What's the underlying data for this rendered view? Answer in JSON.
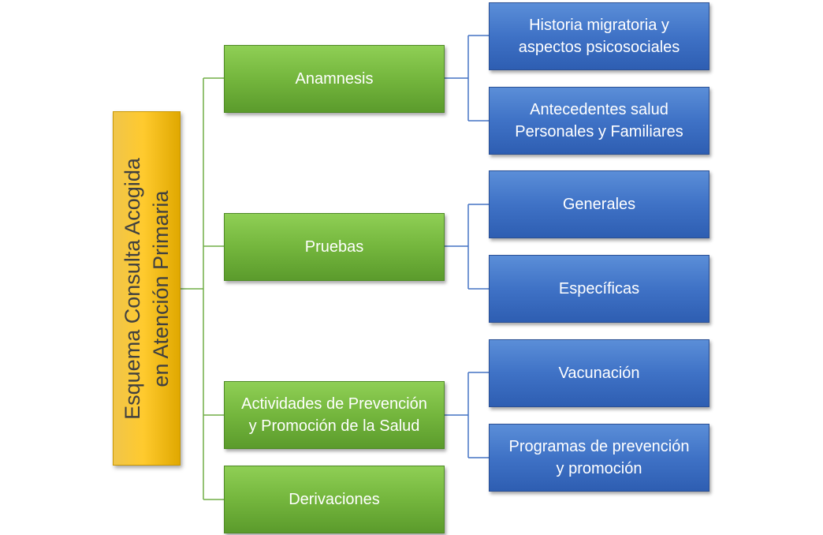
{
  "root": {
    "line1": "Esquema Consulta Acogida",
    "line2": "en Atención Primaria"
  },
  "branches": [
    {
      "label": "Anamnesis",
      "children": [
        {
          "line1": "Historia migratoria y",
          "line2": "aspectos psicosociales"
        },
        {
          "line1": "Antecedentes salud",
          "line2": "Personales y Familiares"
        }
      ]
    },
    {
      "label": "Pruebas",
      "children": [
        {
          "line1": "Generales"
        },
        {
          "line1": "Específicas"
        }
      ]
    },
    {
      "line1": "Actividades de Prevención",
      "line2": "y Promoción de la Salud",
      "children": [
        {
          "line1": "Vacunación"
        },
        {
          "line1": "Programas de prevención",
          "line2": "y promoción"
        }
      ]
    },
    {
      "label": "Derivaciones",
      "children": []
    }
  ],
  "colors": {
    "root": "#ffc000",
    "level1": "#70ad47",
    "level2": "#4472c4",
    "root_text": "#404040"
  }
}
